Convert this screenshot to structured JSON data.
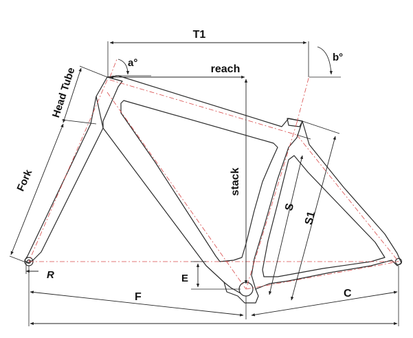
{
  "labels": {
    "T1": "T1",
    "a_angle": "a°",
    "b_angle": "b°",
    "reach": "reach",
    "stack": "stack",
    "head_tube": "Head Tube",
    "fork": "Fork",
    "S": "S",
    "S1": "S1",
    "R": "R",
    "E": "E",
    "F": "F",
    "C": "C"
  },
  "colors": {
    "frame_outline": "#2a2a2a",
    "centerline": "#d84a4a",
    "dimension_line": "#222222"
  }
}
